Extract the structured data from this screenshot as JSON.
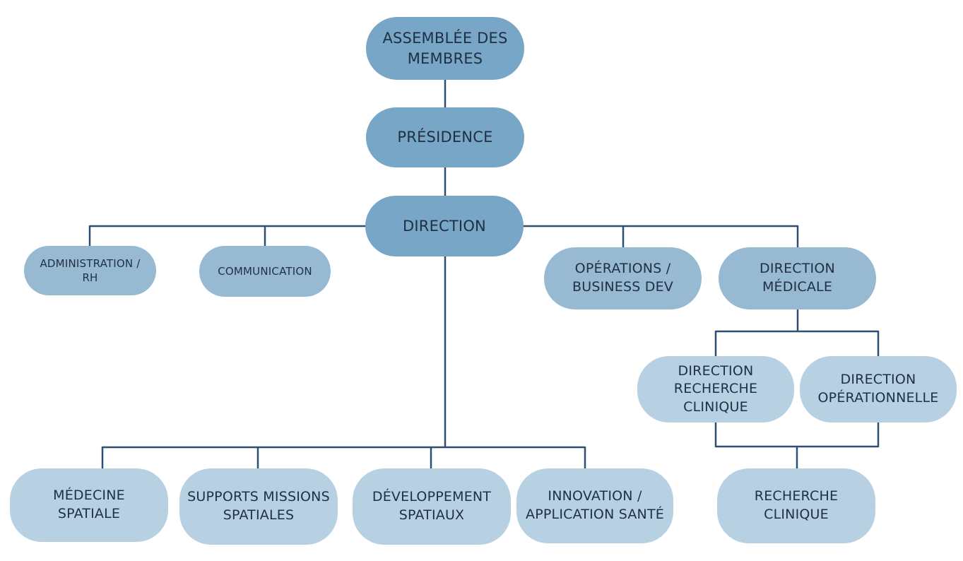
{
  "nodes": {
    "assemblee": "ASSEMBLÉE DES\nMEMBRES",
    "presidence": "PRÉSIDENCE",
    "direction": "DIRECTION",
    "administration_rh": "ADMINISTRATION / RH",
    "communication": "COMMUNICATION",
    "operations": "OPÉRATIONS /\nBUSINESS DEV",
    "direction_medicale": "DIRECTION\nMÉDICALE",
    "direction_recherche_clinique": "DIRECTION\nRECHERCHE CLINIQUE",
    "direction_operationnelle": "DIRECTION\nOPÉRATIONNELLE",
    "recherche_clinique": "RECHERCHE CLINIQUE",
    "medecine_spatiale": "MÉDECINE\nSPATIALE",
    "supports_missions": "SUPPORTS MISSIONS\nSPATIALES",
    "developpement": "DÉVELOPPEMENT\nSPATIAUX",
    "innovation": "INNOVATION /\nAPPLICATION SANTÉ"
  },
  "colors": {
    "connector": "#2f4f72",
    "level1": "#78a6c6",
    "level2": "#97b9d2",
    "level3": "#b7d1e2",
    "text": "#1f2f44"
  }
}
